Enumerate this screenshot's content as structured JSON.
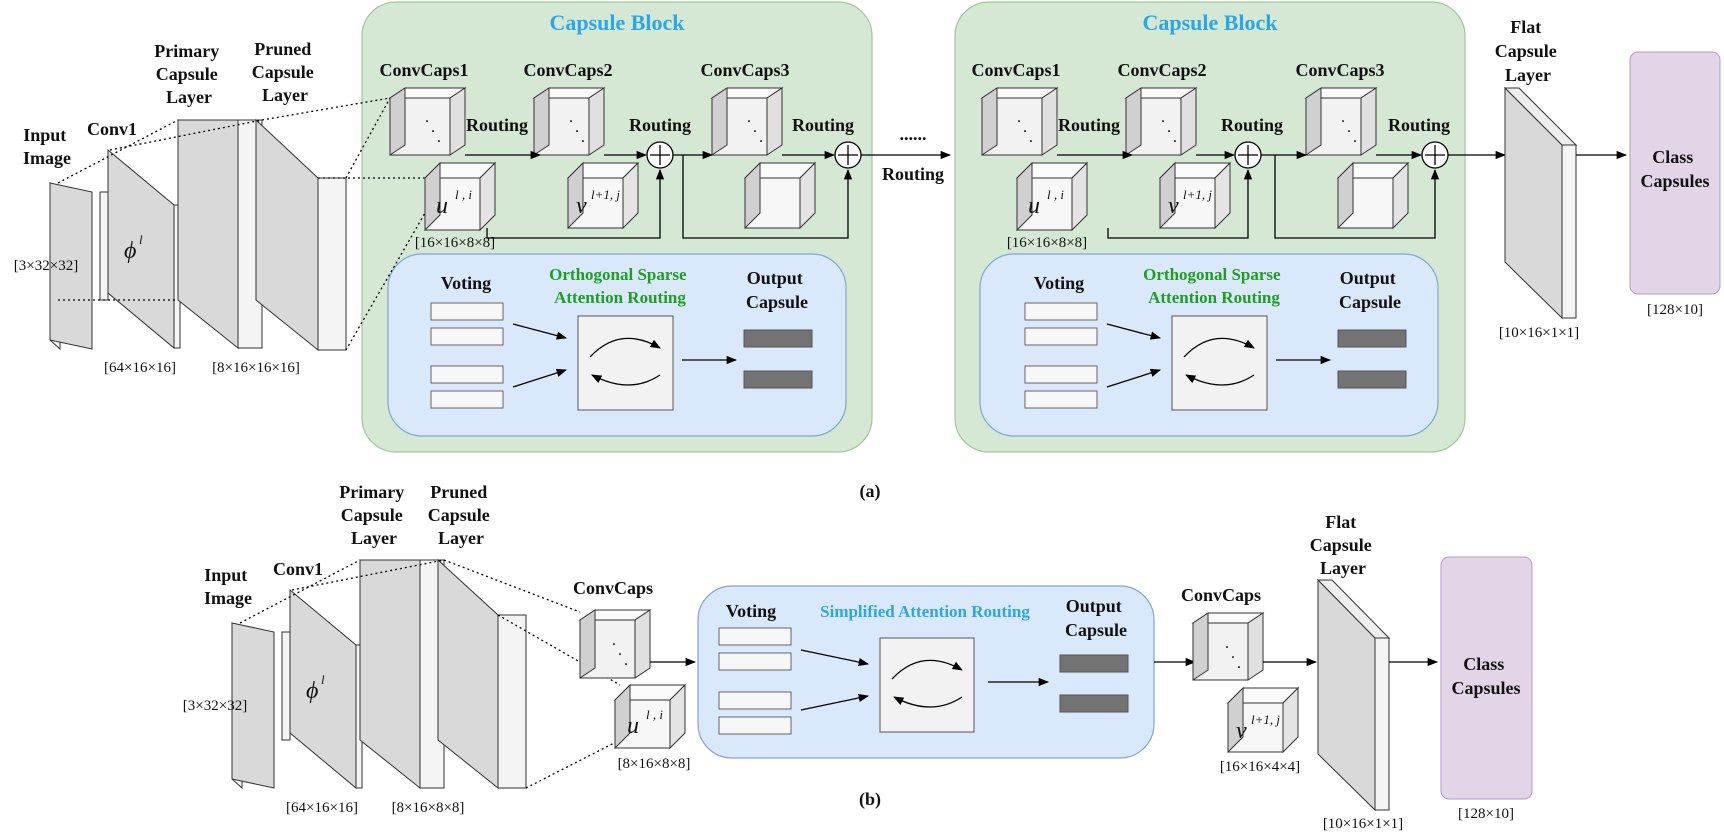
{
  "caption_a": "(a)",
  "caption_b": "(b)",
  "ellipsis": "......",
  "routing": "Routing",
  "capsule_block": "Capsule Block",
  "conv_caps_1": "ConvCaps1",
  "conv_caps_2": "ConvCaps2",
  "conv_caps_3": "ConvCaps3",
  "conv_caps": "ConvCaps",
  "voting": "Voting",
  "output_capsule": [
    "Output",
    "Capsule"
  ],
  "osar": [
    "Orthogonal Sparse",
    "Attention Routing"
  ],
  "sar": "Simplified Attention Routing",
  "input_image": [
    "Input",
    "Image"
  ],
  "conv1": "Conv1",
  "primary_capsule_layer": [
    "Primary",
    "Capsule",
    "Layer"
  ],
  "pruned_capsule_layer": [
    "Pruned",
    "Capsule",
    "Layer"
  ],
  "flat_capsule_layer": [
    "Flat",
    "Capsule",
    "Layer"
  ],
  "class_capsules": [
    "Class",
    "Capsules"
  ],
  "phi": "ϕ",
  "phi_sup": "l",
  "u_sym": "u",
  "u_sup": "l , i",
  "v_sym": "v",
  "v_sup": "l+1, j",
  "dims_a": {
    "input": "[3×32×32]",
    "conv1": "[64×16×16]",
    "pruned": "[8×16×16×16]",
    "convcaps": "[16×16×8×8]",
    "flat": "[10×16×1×1]",
    "class": "[128×10]"
  },
  "dims_b": {
    "input": "[3×32×32]",
    "conv1": "[64×16×16]",
    "pruned": "[8×16×8×8]",
    "convcaps1": "[8×16×8×8]",
    "convcaps2": "[16×16×4×4]",
    "flat": "[10×16×1×1]",
    "class": "[128×10]"
  },
  "colors": {
    "capsule_block_bg": "#d5e8d4",
    "capsule_block_border": "#9fc997",
    "routing_panel_bg": "#dae8fc",
    "routing_panel_border": "#7ea6d3",
    "class_bg": "#e1d5e7",
    "class_border": "#b59ac4",
    "layer_face": "#d9d9d9",
    "layer_side": "#f4f4f4",
    "output_bar": "#737373",
    "blue_title": "#2aa7e8",
    "green_title": "#1ea01e"
  }
}
